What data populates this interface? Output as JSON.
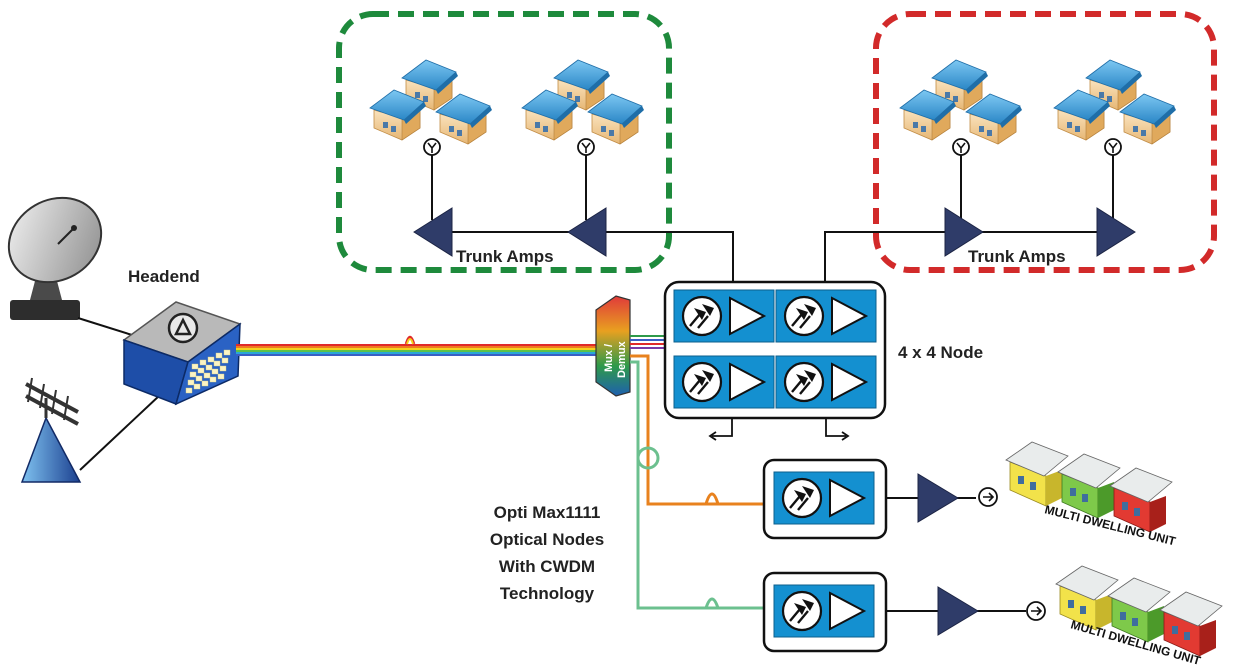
{
  "labels": {
    "headend": "Headend",
    "trunk_amps_left": "Trunk Amps",
    "trunk_amps_right": "Trunk Amps",
    "node_4x4": "4 x 4 Node",
    "mux": "Mux /",
    "demux": "Demux",
    "caption_lines": [
      "Opti Max1111",
      "Optical Nodes",
      "With CWDM",
      "Technology"
    ],
    "mdu_upper": "MULTI DWELLING UNIT",
    "mdu_lower": "MULTI DWELLING UNIT"
  },
  "colors": {
    "green_group_border": "#1e8a3c",
    "red_group_border": "#d22a2a",
    "node_blue": "#1490d0",
    "orange_fiber": "#e8821e",
    "green_fiber": "#6cc08f",
    "amp_navy": "#2f3c69"
  },
  "icons": [
    "satellite-dish-icon",
    "antenna-tower-icon",
    "headend-building-icon",
    "house-icon",
    "tap-icon",
    "trunk-amp-icon",
    "optical-receiver-icon",
    "mux-demux-icon",
    "multi-dwelling-unit-icon"
  ]
}
